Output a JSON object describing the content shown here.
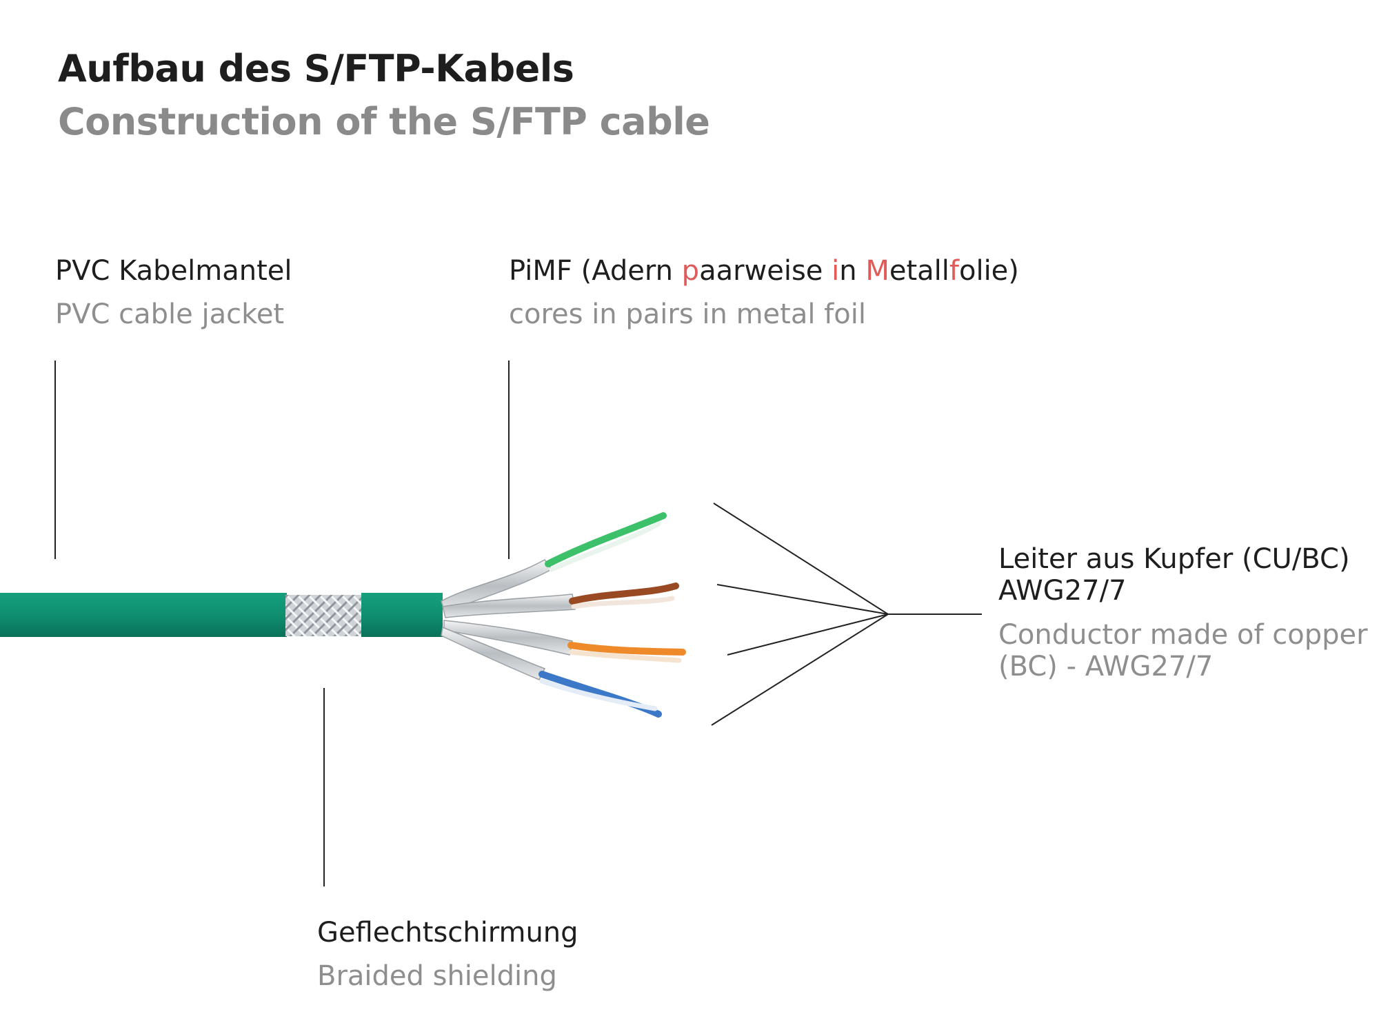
{
  "title": {
    "de": "Aufbau des S/FTP-Kabels",
    "en": "Construction of the S/FTP cable"
  },
  "labels": {
    "jacket": {
      "de": "PVC Kabelmantel",
      "en": "PVC cable jacket"
    },
    "pimf": {
      "de_parts": [
        "PiMF (Adern ",
        "p",
        "aarweise ",
        "i",
        "n ",
        "M",
        "etall",
        "f",
        "olie)"
      ],
      "en": "cores in pairs in metal foil"
    },
    "conductor": {
      "de_line1": "Leiter aus Kupfer (CU/BC)",
      "de_line2": "AWG27/7",
      "en_line1": "Conductor made of copper",
      "en_line2": "(BC) - AWG27/7"
    },
    "braid": {
      "de": "Geflechtschirmung",
      "en": "Braided shielding"
    }
  },
  "colors": {
    "jacket": "#0f8f6f",
    "highlight": "#e05a5a",
    "wire_green": "#3cc06a",
    "wire_brown": "#9a4a22",
    "wire_orange": "#ee8a2a",
    "wire_blue": "#3b78c8"
  }
}
